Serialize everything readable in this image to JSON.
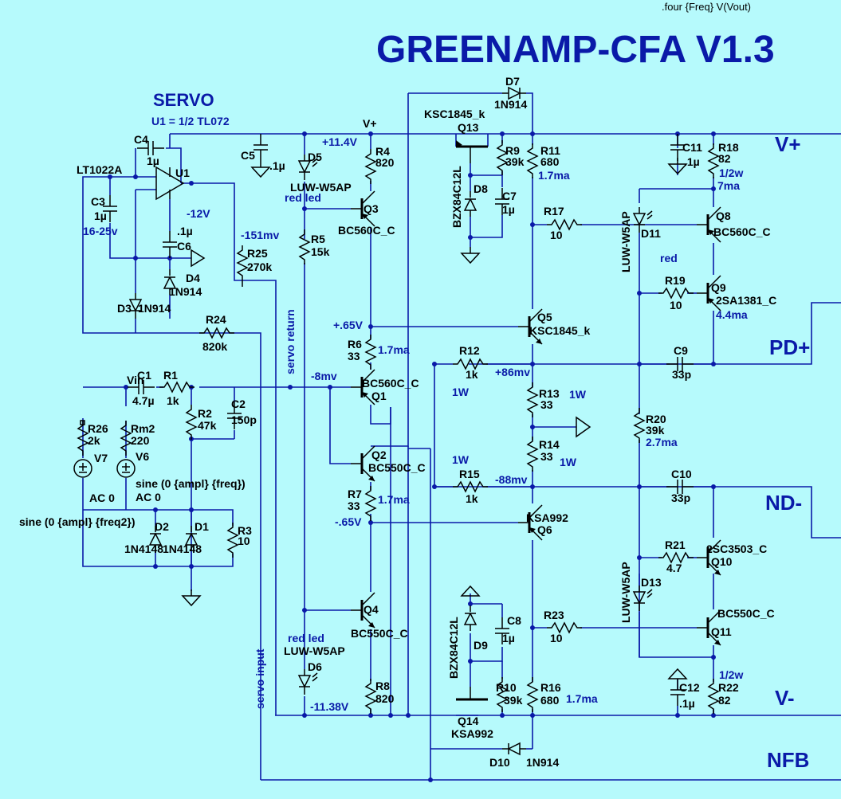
{
  "directive": ".four {Freq}  V(Vout)",
  "title": "GREENAMP-CFA V1.3",
  "servo": {
    "heading": "SERVO",
    "note": "U1 = 1/2 TL072"
  },
  "rails": {
    "vplus": "V+",
    "vminus": "V-",
    "pdplus": "PD+",
    "ndminus": "ND-",
    "nfb": "NFB",
    "vplus_small": "V+",
    "vin": "Vin"
  },
  "nets": {
    "servo_return": "servo return",
    "servo_input": "servo input"
  },
  "voltages": [
    {
      "id": "v1",
      "text": "+11.4V"
    },
    {
      "id": "v2",
      "text": "-12V"
    },
    {
      "id": "v3",
      "text": "-151mv"
    },
    {
      "id": "v4",
      "text": "+.65V"
    },
    {
      "id": "v5",
      "text": "-8mv"
    },
    {
      "id": "v6",
      "text": "+86mv"
    },
    {
      "id": "v7",
      "text": "-88mv"
    },
    {
      "id": "v8",
      "text": "-.65V"
    },
    {
      "id": "v9",
      "text": "-11.38V"
    },
    {
      "id": "i1",
      "text": "1.7ma"
    },
    {
      "id": "i2",
      "text": "1.7ma"
    },
    {
      "id": "i3",
      "text": "1.7ma"
    },
    {
      "id": "i4",
      "text": "1.7ma"
    },
    {
      "id": "i5",
      "text": "7ma"
    },
    {
      "id": "i6",
      "text": "4.4ma"
    },
    {
      "id": "i7",
      "text": "2.7ma"
    },
    {
      "id": "p1",
      "text": "1/2w"
    },
    {
      "id": "p2",
      "text": "1/2w"
    },
    {
      "id": "p3",
      "text": "1W"
    },
    {
      "id": "p4",
      "text": "1W"
    },
    {
      "id": "p5",
      "text": "1W"
    },
    {
      "id": "p6",
      "text": "1W"
    },
    {
      "id": "c3n",
      "text": "16-25v"
    },
    {
      "id": "led1",
      "text": "red led"
    },
    {
      "id": "led2",
      "text": "red led"
    },
    {
      "id": "led3",
      "text": "red"
    }
  ],
  "labels": [
    {
      "id": "C4",
      "text": "C4"
    },
    {
      "id": "C4v",
      "text": "1µ"
    },
    {
      "id": "LT",
      "text": "LT1022A"
    },
    {
      "id": "U1",
      "text": "U1"
    },
    {
      "id": "C3",
      "text": "C3"
    },
    {
      "id": "C3v",
      "text": "1µ"
    },
    {
      "id": "C6v",
      "text": ".1µ"
    },
    {
      "id": "C6",
      "text": "C6"
    },
    {
      "id": "D4",
      "text": "D4"
    },
    {
      "id": "D4v",
      "text": "1N914"
    },
    {
      "id": "D3",
      "text": "D3"
    },
    {
      "id": "D3v",
      "text": "1N914"
    },
    {
      "id": "R24",
      "text": "R24"
    },
    {
      "id": "R24v",
      "text": "820k"
    },
    {
      "id": "R25",
      "text": "R25"
    },
    {
      "id": "R25v",
      "text": "270k"
    },
    {
      "id": "C5",
      "text": "C5"
    },
    {
      "id": "C5v",
      "text": ".1µ"
    },
    {
      "id": "D5",
      "text": "D5"
    },
    {
      "id": "D5v",
      "text": "LUW-W5AP"
    },
    {
      "id": "R4",
      "text": "R4"
    },
    {
      "id": "R4v",
      "text": "820"
    },
    {
      "id": "Q3",
      "text": "Q3"
    },
    {
      "id": "Q3v",
      "text": "BC560C_C"
    },
    {
      "id": "R5",
      "text": "R5"
    },
    {
      "id": "R5v",
      "text": "15k"
    },
    {
      "id": "R6",
      "text": "R6"
    },
    {
      "id": "R6v",
      "text": "33"
    },
    {
      "id": "Q1",
      "text": "Q1"
    },
    {
      "id": "Q1v",
      "text": "BC560C_C"
    },
    {
      "id": "C1",
      "text": "C1"
    },
    {
      "id": "C1v",
      "text": "4.7µ"
    },
    {
      "id": "R1",
      "text": "R1"
    },
    {
      "id": "R1v",
      "text": "1k"
    },
    {
      "id": "R2",
      "text": "R2"
    },
    {
      "id": "R2v",
      "text": "47k"
    },
    {
      "id": "C2",
      "text": "C2"
    },
    {
      "id": "C2v",
      "text": "150p"
    },
    {
      "id": "R26",
      "text": "R26"
    },
    {
      "id": "R26v",
      "text": "2k"
    },
    {
      "id": "Rm2",
      "text": "Rm2"
    },
    {
      "id": "Rm2v",
      "text": "220"
    },
    {
      "id": "V7",
      "text": "V7"
    },
    {
      "id": "V6",
      "text": "V6"
    },
    {
      "id": "sine1",
      "text": "sine (0 {ampl} {freq})"
    },
    {
      "id": "ac1",
      "text": "AC 0"
    },
    {
      "id": "ac2",
      "text": "AC 0"
    },
    {
      "id": "sine2",
      "text": "sine (0 {ampl} {freq2})"
    },
    {
      "id": "D2",
      "text": "D2"
    },
    {
      "id": "D2v",
      "text": "1N4148"
    },
    {
      "id": "D1",
      "text": "D1"
    },
    {
      "id": "D1v",
      "text": "1N4148"
    },
    {
      "id": "R3",
      "text": "R3"
    },
    {
      "id": "R3v",
      "text": "10"
    },
    {
      "id": "Q2",
      "text": "Q2"
    },
    {
      "id": "Q2v",
      "text": "BC550C_C"
    },
    {
      "id": "R7",
      "text": "R7"
    },
    {
      "id": "R7v",
      "text": "33"
    },
    {
      "id": "Q4",
      "text": "Q4"
    },
    {
      "id": "Q4v",
      "text": "BC550C_C"
    },
    {
      "id": "D6",
      "text": "D6"
    },
    {
      "id": "D6v",
      "text": "LUW-W5AP"
    },
    {
      "id": "R8",
      "text": "R8"
    },
    {
      "id": "R8v",
      "text": "820"
    },
    {
      "id": "D7",
      "text": "D7"
    },
    {
      "id": "D7v",
      "text": "1N914"
    },
    {
      "id": "Q13v",
      "text": "KSC1845_k"
    },
    {
      "id": "Q13",
      "text": "Q13"
    },
    {
      "id": "D8z",
      "text": "BZX84C12L"
    },
    {
      "id": "D8",
      "text": "D8"
    },
    {
      "id": "R9",
      "text": "R9"
    },
    {
      "id": "R9v",
      "text": "39k"
    },
    {
      "id": "C7",
      "text": "C7"
    },
    {
      "id": "C7v",
      "text": "1µ"
    },
    {
      "id": "R11",
      "text": "R11"
    },
    {
      "id": "R11v",
      "text": "680"
    },
    {
      "id": "R17",
      "text": "R17"
    },
    {
      "id": "R17v",
      "text": "10"
    },
    {
      "id": "Q5",
      "text": "Q5"
    },
    {
      "id": "Q5v",
      "text": "KSC1845_k"
    },
    {
      "id": "R12",
      "text": "R12"
    },
    {
      "id": "R12v",
      "text": "1k"
    },
    {
      "id": "R13",
      "text": "R13"
    },
    {
      "id": "R13v",
      "text": "33"
    },
    {
      "id": "R14",
      "text": "R14"
    },
    {
      "id": "R14v",
      "text": "33"
    },
    {
      "id": "R15",
      "text": "R15"
    },
    {
      "id": "R15v",
      "text": "1k"
    },
    {
      "id": "Q6",
      "text": "Q6"
    },
    {
      "id": "Q6v",
      "text": "KSA992"
    },
    {
      "id": "D9z",
      "text": "BZX84C12L"
    },
    {
      "id": "D9",
      "text": "D9"
    },
    {
      "id": "C8",
      "text": "C8"
    },
    {
      "id": "C8v",
      "text": "1µ"
    },
    {
      "id": "R23",
      "text": "R23"
    },
    {
      "id": "R23v",
      "text": "10"
    },
    {
      "id": "R10",
      "text": "R10"
    },
    {
      "id": "R10v",
      "text": "39k"
    },
    {
      "id": "R16",
      "text": "R16"
    },
    {
      "id": "R16v",
      "text": "680"
    },
    {
      "id": "Q14",
      "text": "Q14"
    },
    {
      "id": "Q14v",
      "text": "KSA992"
    },
    {
      "id": "D10",
      "text": "D10"
    },
    {
      "id": "D10v",
      "text": "1N914"
    },
    {
      "id": "C11",
      "text": "C11"
    },
    {
      "id": "C11v",
      "text": ".1µ"
    },
    {
      "id": "R18",
      "text": "R18"
    },
    {
      "id": "R18v",
      "text": "82"
    },
    {
      "id": "D11z",
      "text": "LUW-W5AP"
    },
    {
      "id": "D11",
      "text": "D11"
    },
    {
      "id": "Q8",
      "text": "Q8"
    },
    {
      "id": "Q8v",
      "text": "BC560C_C"
    },
    {
      "id": "R19",
      "text": "R19"
    },
    {
      "id": "R19v",
      "text": "10"
    },
    {
      "id": "Q9",
      "text": "Q9"
    },
    {
      "id": "Q9v",
      "text": "2SA1381_C"
    },
    {
      "id": "C9",
      "text": "C9"
    },
    {
      "id": "C9v",
      "text": "33p"
    },
    {
      "id": "R20",
      "text": "R20"
    },
    {
      "id": "R20v",
      "text": "39k"
    },
    {
      "id": "C10",
      "text": "C10"
    },
    {
      "id": "C10v",
      "text": "33p"
    },
    {
      "id": "R21",
      "text": "R21"
    },
    {
      "id": "R21v",
      "text": "4.7"
    },
    {
      "id": "Q10v",
      "text": "2SC3503_C"
    },
    {
      "id": "Q10",
      "text": "Q10"
    },
    {
      "id": "D13z",
      "text": "LUW-W5AP"
    },
    {
      "id": "D13",
      "text": "D13"
    },
    {
      "id": "Q11v",
      "text": "BC550C_C"
    },
    {
      "id": "Q11",
      "text": "Q11"
    },
    {
      "id": "C12",
      "text": "C12"
    },
    {
      "id": "C12v",
      "text": ".1µ"
    },
    {
      "id": "R22",
      "text": "R22"
    },
    {
      "id": "R22v",
      "text": "82"
    }
  ]
}
